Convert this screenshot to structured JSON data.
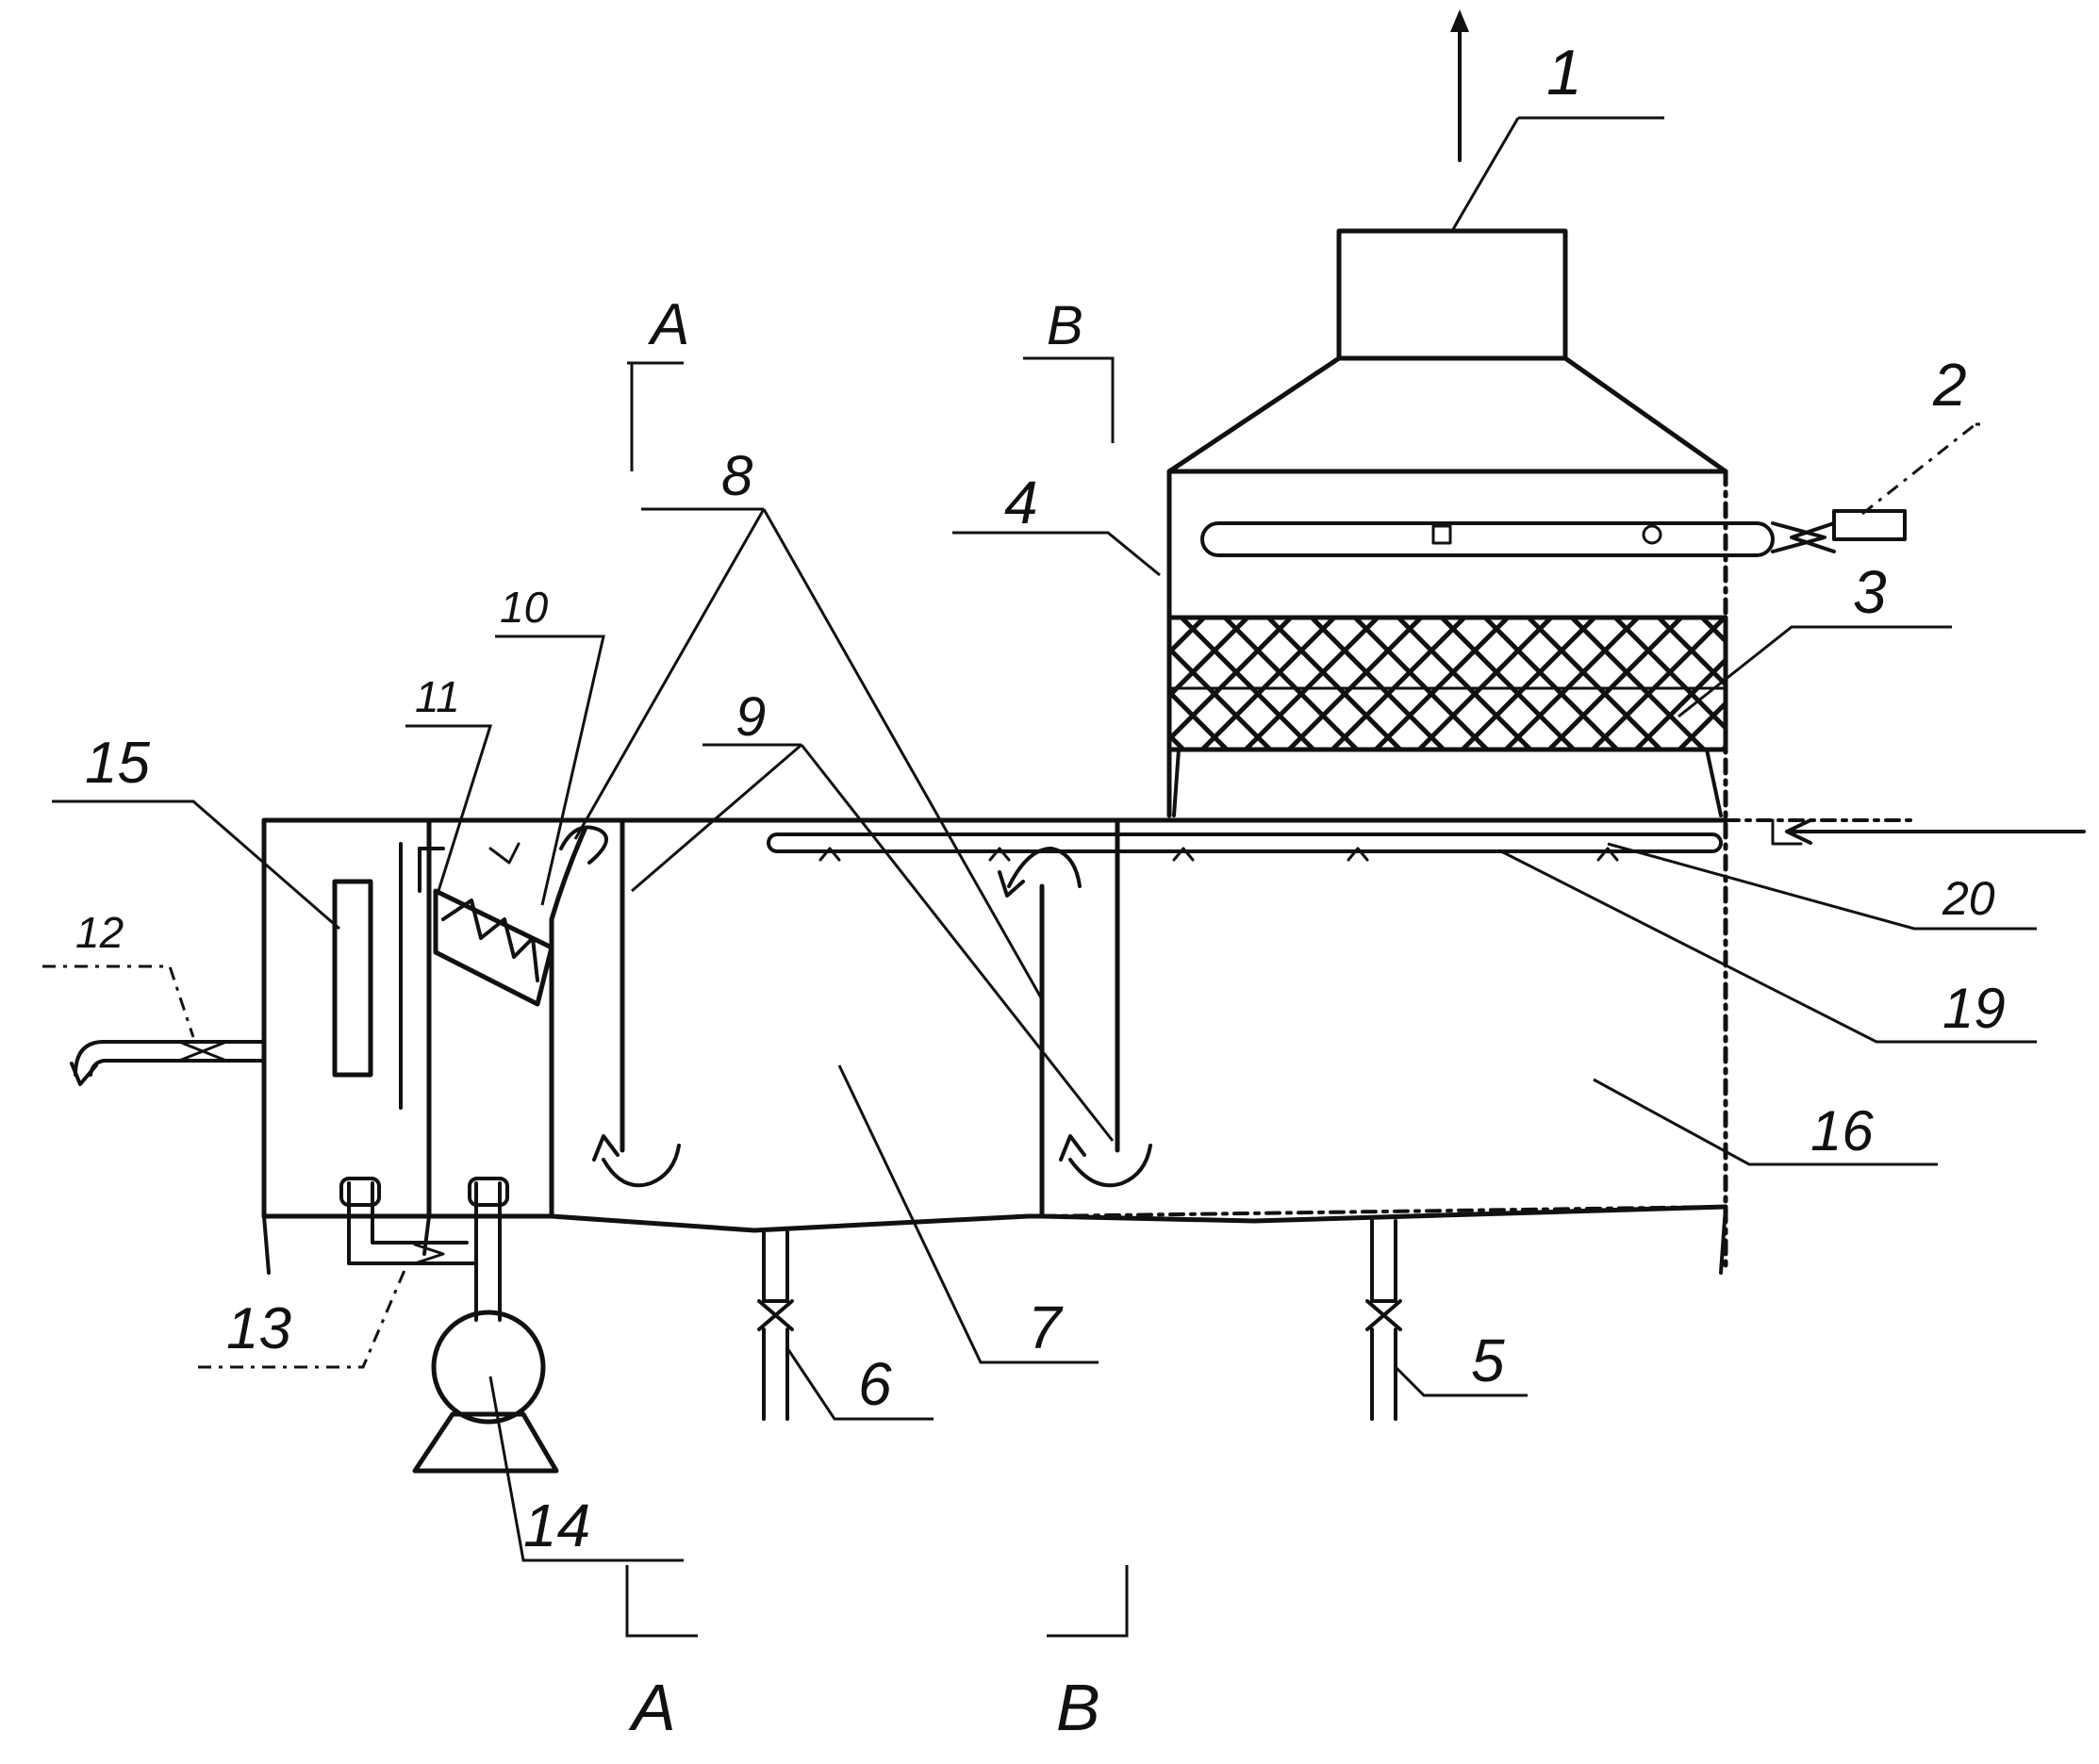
{
  "figure": {
    "section_marks": {
      "a_top": "A",
      "b_top": "B",
      "a_bottom": "A",
      "b_bottom": "B"
    },
    "labels": {
      "n1": "1",
      "n2": "2",
      "n3": "3",
      "n4": "4",
      "n5": "5",
      "n6": "6",
      "n7": "7",
      "n8": "8",
      "n9": "9",
      "n10": "10",
      "n11": "11",
      "n12": "12",
      "n13": "13",
      "n14": "14",
      "n15": "15",
      "n16": "16",
      "n19": "19",
      "n20": "20"
    }
  },
  "colors": {
    "ink": "#111111",
    "background": "#ffffff"
  }
}
